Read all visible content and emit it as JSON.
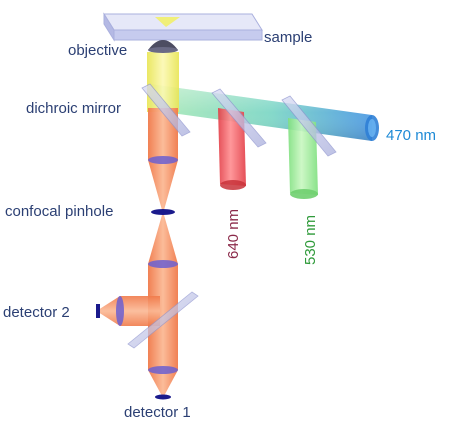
{
  "labels": {
    "sample": "sample",
    "objective": "objective",
    "dichroic_mirror": "dichroic mirror",
    "wavelength_470": "470 nm",
    "confocal_pinhole": "confocal pinhole",
    "wavelength_640": "640 nm",
    "wavelength_530": "530 nm",
    "detector_2": "detector 2",
    "detector_1": "detector 1"
  },
  "colors": {
    "blue_beam": "#4aa8e8",
    "green_beam": "#90ee90",
    "red_beam": "#f2555d",
    "yellow_beam": "#f5f08a",
    "orange_beam": "#f2895c",
    "optic_glass": "#b8bce6",
    "lens_purple": "#6a5acd",
    "pinhole_navy": "#1a1a8c"
  }
}
